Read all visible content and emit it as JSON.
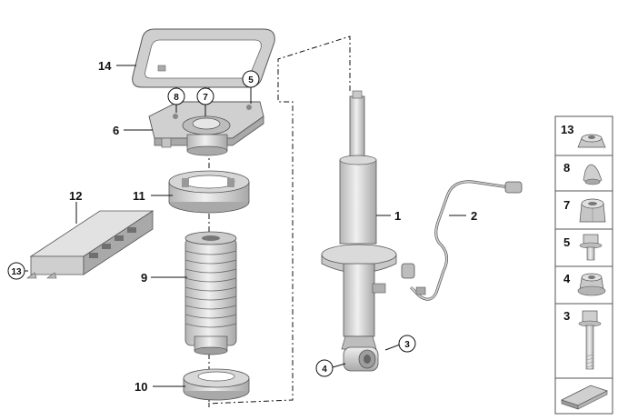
{
  "callouts": {
    "p1": "1",
    "p2": "2",
    "p3": "3",
    "p4": "4",
    "p5": "5",
    "p6": "6",
    "p7": "7",
    "p8": "8",
    "p9": "9",
    "p10": "10",
    "p11": "11",
    "p12": "12",
    "p13": "13",
    "p14": "14"
  },
  "legend": [
    {
      "label": "13",
      "icon": "nut-cap-icon"
    },
    {
      "label": "8",
      "icon": "rivet-nut-icon"
    },
    {
      "label": "7",
      "icon": "hex-nut-icon"
    },
    {
      "label": "5",
      "icon": "flange-bolt-icon"
    },
    {
      "label": "4",
      "icon": "collar-nut-icon"
    },
    {
      "label": "3",
      "icon": "long-bolt-icon"
    },
    {
      "label": "",
      "icon": "shim-plate-icon"
    }
  ],
  "colors": {
    "part_fill": "#d9d9d9",
    "part_dark": "#a9a9a9",
    "line": "#111111",
    "frame": "#555555"
  }
}
